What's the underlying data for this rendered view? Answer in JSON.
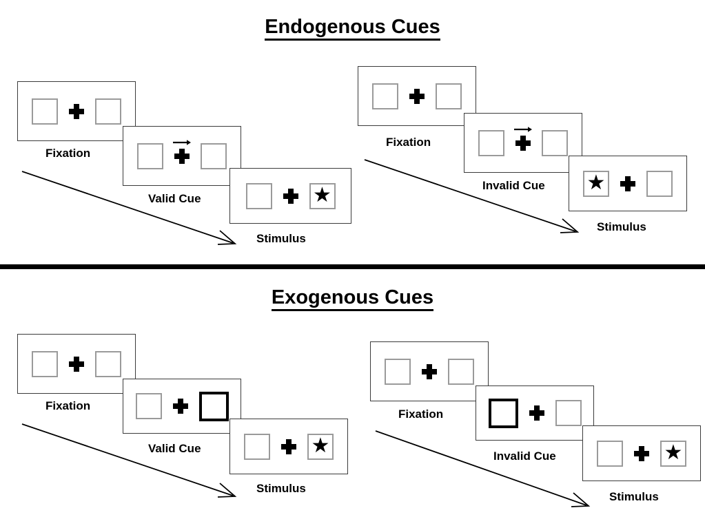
{
  "figure": {
    "type": "diagram",
    "subject": "Posner spatial cueing paradigm: endogenous vs exogenous attentional cues",
    "star_glyph": "★"
  },
  "sections": [
    {
      "id": "endogenous",
      "title": "Endogenous Cues",
      "cue_type": "central symbolic arrow",
      "conditions": [
        {
          "id": "endogenous-valid",
          "validity": "valid",
          "frames": [
            {
              "stage": "Fixation",
              "label": "Fixation",
              "left_box": "empty",
              "right_box": "empty",
              "cue": "none",
              "arrow_direction": "none"
            },
            {
              "stage": "Cue",
              "label": "Valid Cue",
              "left_box": "empty",
              "right_box": "empty",
              "cue": "central-arrow",
              "arrow_direction": "right"
            },
            {
              "stage": "Stimulus",
              "label": "Stimulus",
              "left_box": "empty",
              "right_box": "star",
              "cue": "none",
              "arrow_direction": "none"
            }
          ]
        },
        {
          "id": "endogenous-invalid",
          "validity": "invalid",
          "frames": [
            {
              "stage": "Fixation",
              "label": "Fixation",
              "left_box": "empty",
              "right_box": "empty",
              "cue": "none",
              "arrow_direction": "none"
            },
            {
              "stage": "Cue",
              "label": "Invalid Cue",
              "left_box": "empty",
              "right_box": "empty",
              "cue": "central-arrow",
              "arrow_direction": "right"
            },
            {
              "stage": "Stimulus",
              "label": "Stimulus",
              "left_box": "star",
              "right_box": "empty",
              "cue": "none",
              "arrow_direction": "none"
            }
          ]
        }
      ]
    },
    {
      "id": "exogenous",
      "title": "Exogenous Cues",
      "cue_type": "peripheral box brightening",
      "conditions": [
        {
          "id": "exogenous-valid",
          "validity": "valid",
          "frames": [
            {
              "stage": "Fixation",
              "label": "Fixation",
              "left_box": "empty",
              "right_box": "empty",
              "cue": "none",
              "arrow_direction": "none"
            },
            {
              "stage": "Cue",
              "label": "Valid Cue",
              "left_box": "empty",
              "right_box": "cued",
              "cue": "peripheral-box",
              "arrow_direction": "none"
            },
            {
              "stage": "Stimulus",
              "label": "Stimulus",
              "left_box": "empty",
              "right_box": "star",
              "cue": "none",
              "arrow_direction": "none"
            }
          ]
        },
        {
          "id": "exogenous-invalid",
          "validity": "invalid",
          "frames": [
            {
              "stage": "Fixation",
              "label": "Fixation",
              "left_box": "empty",
              "right_box": "empty",
              "cue": "none",
              "arrow_direction": "none"
            },
            {
              "stage": "Cue",
              "label": "Invalid Cue",
              "left_box": "cued",
              "right_box": "empty",
              "cue": "peripheral-box",
              "arrow_direction": "none"
            },
            {
              "stage": "Stimulus",
              "label": "Stimulus",
              "left_box": "empty",
              "right_box": "star",
              "cue": "none",
              "arrow_direction": "none"
            }
          ]
        }
      ]
    }
  ],
  "colors": {
    "background": "#ffffff",
    "panel_border": "#3a3a3a",
    "box_border": "#9a9a9a",
    "cued_box_border": "#000000",
    "ink": "#000000",
    "divider": "#000000"
  },
  "flow_arrows": {
    "count": 4,
    "meaning": "time course of a trial, left to right"
  }
}
